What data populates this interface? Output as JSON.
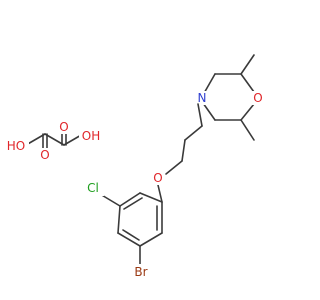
{
  "atoms": {
    "oxalic_ho_left": "HO",
    "oxalic_oh_right": "OH",
    "oxalic_o_top": "O",
    "oxalic_o_bottom": "O",
    "morpholine_n": "N",
    "morpholine_o": "O",
    "ether_o": "O",
    "chloro": "Cl",
    "bromo": "Br"
  },
  "colors": {
    "bond": "#3a3a3a",
    "oxygen": "#e0262a",
    "nitrogen": "#2f3fd0",
    "chlorine": "#1e9e1e",
    "bromine": "#9b3a14"
  }
}
